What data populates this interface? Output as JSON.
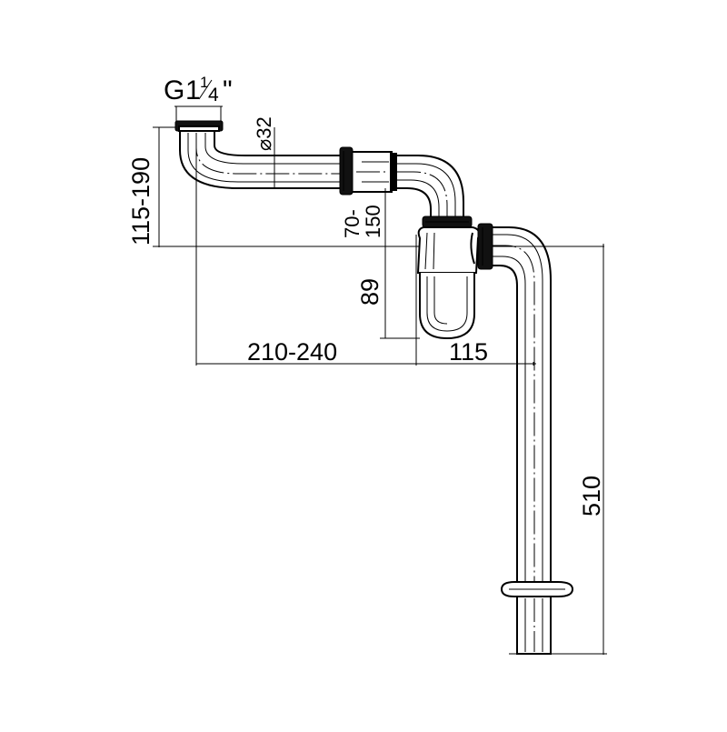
{
  "drawing": {
    "thread_label": "G",
    "thread_whole": "1",
    "thread_num": "1",
    "thread_den": "4",
    "thread_inch": "\"",
    "diameter_label": "⌀32",
    "dim_height_inlet": "115-190",
    "dim_adjust_top": "70-",
    "dim_adjust_bottom": "150",
    "dim_trap_depth": "89",
    "dim_horizontal_main": "210-240",
    "dim_horizontal_trap": "115",
    "dim_total_height": "510"
  }
}
